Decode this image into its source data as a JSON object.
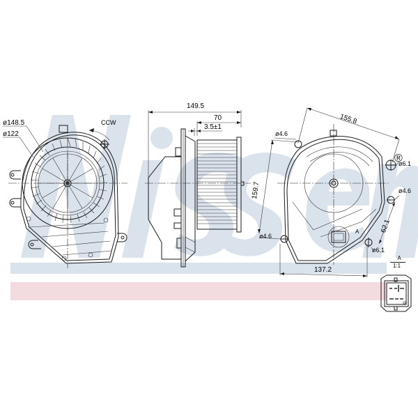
{
  "drawing": {
    "title": "Blower motor technical drawing",
    "watermark": "Nissens",
    "colors": {
      "blue_stripe": "#d9e3ec",
      "pink_stripe": "#f3dbe0",
      "watermark": "#d6e0ea",
      "line": "#1a1a1a"
    },
    "front_view": {
      "outer_diameter": "ø148.5",
      "inner_diameter": "ø122",
      "rotation": "CCW"
    },
    "side_view": {
      "overall_length": "149.5",
      "wheel_length": "70",
      "gap": "3.5±1"
    },
    "rear_view": {
      "span_diagonal": "155.8",
      "height": "159.7",
      "width": "137.2",
      "hole_span": "62.1",
      "hole_top_left": "ø4.6",
      "hole_right_upper": "ø6.1",
      "hole_right_middle": "ø4.6",
      "hole_left_lower": "ø4.6",
      "hole_right_lower": "ø6.1",
      "connector_ref": "A"
    },
    "detail": {
      "ref": "A",
      "scale": "1:1"
    },
    "registered_mark": "®"
  }
}
